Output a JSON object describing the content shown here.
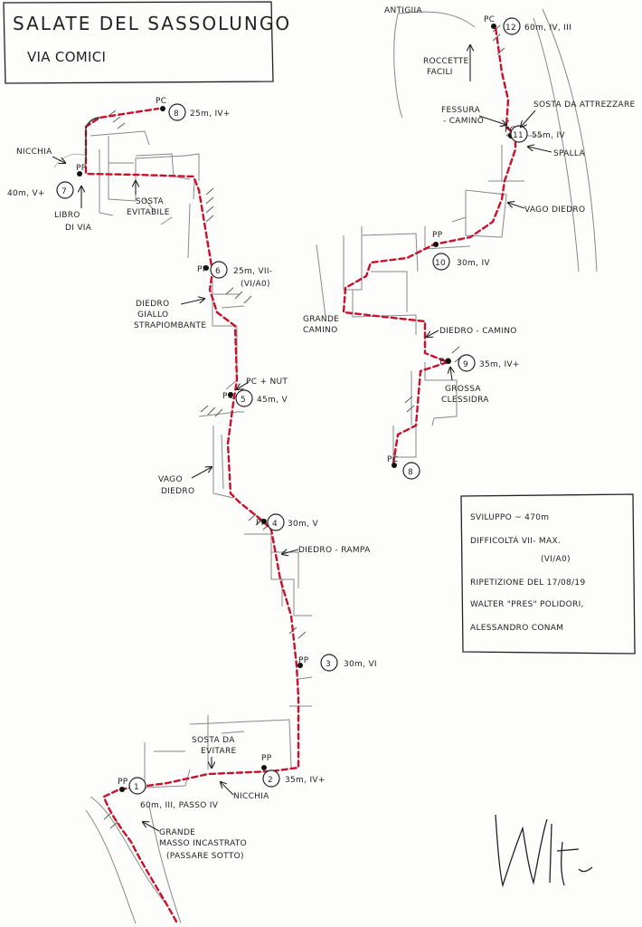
{
  "title": {
    "line1": "SALATE DEL SASSOLUNGO",
    "line2": "VIA COMICI"
  },
  "summary": {
    "sviluppo": "SVILUPPO ~ 470m",
    "difficolta": "DIFFICOLTÀ VII- MAX.",
    "difficolta_alt": "(VI/A0)",
    "ripetizione": "RIPETIZIONE DEL 17/08/19",
    "climber1": "WALTER \"PRES\" POLIDORI,",
    "climber2": "ALESSANDRO CONAM"
  },
  "signature": "Walt",
  "belays": [
    {
      "num": "1",
      "grade": "60m, III, PASSO IV",
      "tag": "PP"
    },
    {
      "num": "2",
      "grade": "35m, IV+",
      "tag": "PP"
    },
    {
      "num": "3",
      "grade": "30m, VI",
      "tag": "PP"
    },
    {
      "num": "4",
      "grade": "30m, V",
      "tag": "PP"
    },
    {
      "num": "5",
      "grade": "45m, V",
      "tag": "PC"
    },
    {
      "num": "6",
      "grade": "25m, VII-",
      "grade2": "(VI/A0)",
      "tag": "PP"
    },
    {
      "num": "7",
      "grade": "40m, V+",
      "tag": "PP"
    },
    {
      "num": "8",
      "grade": "25m, IV+",
      "tag": "PC"
    },
    {
      "num": "8",
      "grade": "",
      "tag": "PC"
    },
    {
      "num": "9",
      "grade": "35m, IV+",
      "tag": "PC"
    },
    {
      "num": "10",
      "grade": "30m, IV",
      "tag": "PP"
    },
    {
      "num": "11",
      "grade": "55m, IV",
      "tag": "PC"
    },
    {
      "num": "12",
      "grade": "60m, IV, III",
      "tag": "PC"
    }
  ],
  "notes": {
    "nicchia_top": "NICCHIA",
    "libro": "LIBRO",
    "di_via": "DI VIA",
    "sosta_evitabile_1": "SOSTA",
    "sosta_evitabile_2": "EVITABILE",
    "diedro_giallo_1": "DIEDRO",
    "diedro_giallo_2": "GIALLO",
    "diedro_giallo_3": "STRAPIOMBANTE",
    "pc_nut": "PC + NUT",
    "vago_diedro_1": "VAGO",
    "vago_diedro_2": "DIEDRO",
    "diedro_rampa": "DIEDRO - RAMPA",
    "sosta_evitare_1": "SOSTA DA",
    "sosta_evitare_2": "EVITARE",
    "nicchia_bottom": "NICCHIA",
    "masso_1": "GRANDE",
    "masso_2": "MASSO INCASTRATO",
    "masso_3": "(PASSARE SOTTO)",
    "antigiia": "ANTIGIIA",
    "roccette_1": "ROCCETTE",
    "roccette_2": "FACILI",
    "fessura_1": "FESSURA",
    "fessura_2": "- CAMINO",
    "sosta_attrezzare": "SOSTA DA ATTREZZARE",
    "spalla": "SPALLA",
    "vago_diedro_right": "VAGO DIEDRO",
    "grande_camino_1": "GRANDE",
    "grande_camino_2": "CAMINO",
    "diedro_camino": "DIEDRO - CAMINO",
    "grossa_1": "GROSSA",
    "grossa_2": "CLESSIDRA"
  },
  "colors": {
    "route": "#c8102e",
    "ink": "#222222",
    "rock": "#888888",
    "paper": "#fdfdfb"
  }
}
